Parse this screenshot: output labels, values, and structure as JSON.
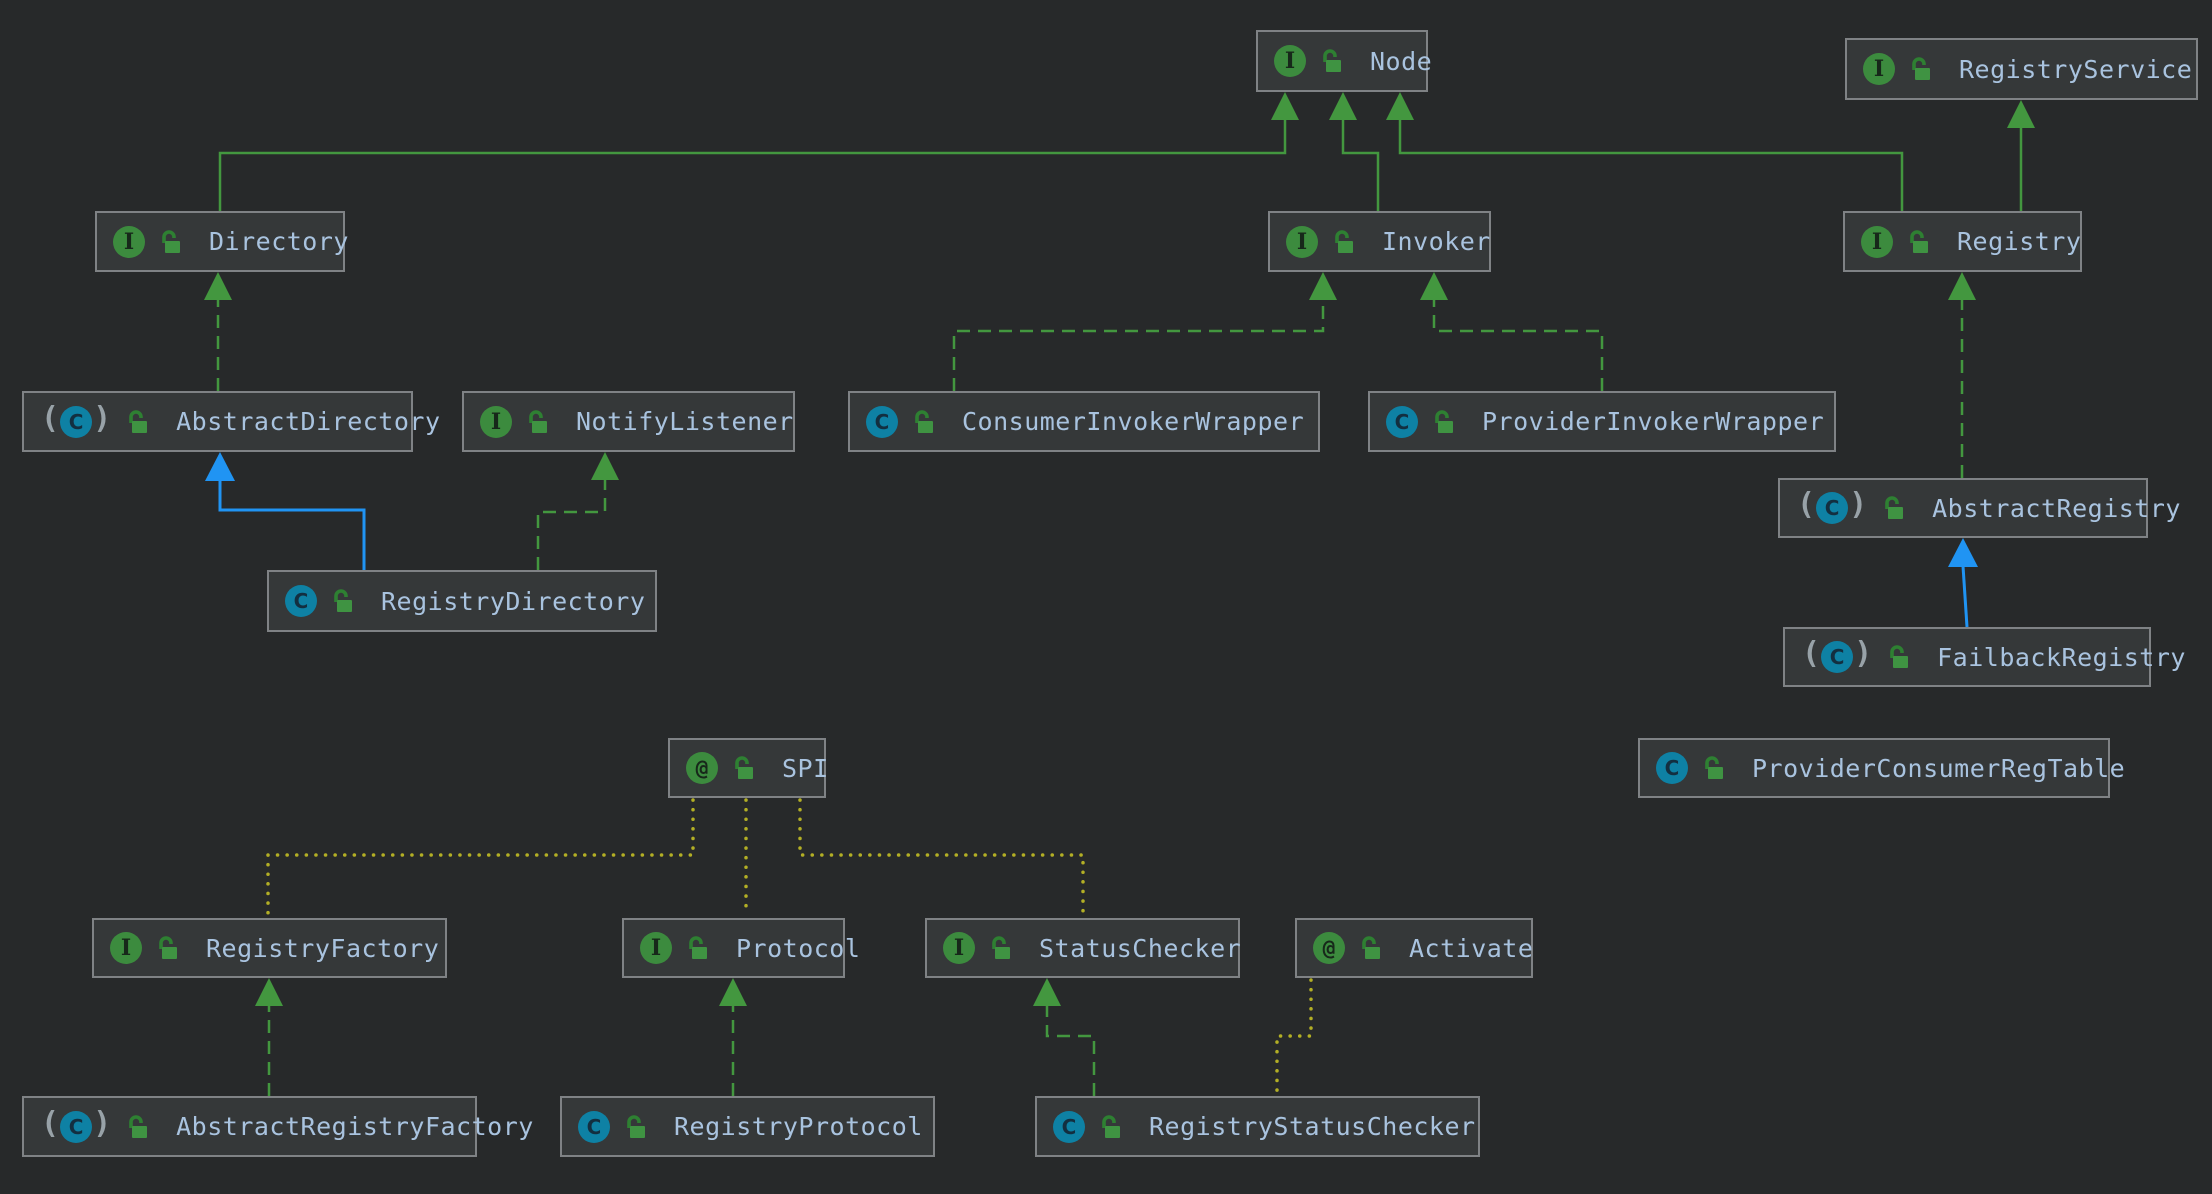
{
  "diagram_type": "uml-class-diagram",
  "colors": {
    "background": "#27292a",
    "node_fill": "#353839",
    "node_border": "#7f8285",
    "label_text": "#a9c3df",
    "extends_interface_edge": "#43973f",
    "implements_edge": "#43973f",
    "extends_class_edge": "#2094f3",
    "annotation_usage_edge": "#b3af25",
    "interface_icon_bg": "#3c8b3e",
    "class_icon_bg": "#0e81a4",
    "lock_icon": "#3f9342"
  },
  "nodes": [
    {
      "id": "Node",
      "label": "Node",
      "kind": "interface",
      "icon": "I",
      "visibility": "public"
    },
    {
      "id": "RegistryService",
      "label": "RegistryService",
      "kind": "interface",
      "icon": "I",
      "visibility": "public"
    },
    {
      "id": "Directory",
      "label": "Directory",
      "kind": "interface",
      "icon": "I",
      "visibility": "public"
    },
    {
      "id": "Invoker",
      "label": "Invoker",
      "kind": "interface",
      "icon": "I",
      "visibility": "public"
    },
    {
      "id": "Registry",
      "label": "Registry",
      "kind": "interface",
      "icon": "I",
      "visibility": "public"
    },
    {
      "id": "AbstractDirectory",
      "label": "AbstractDirectory",
      "kind": "abstract-class",
      "icon": "C",
      "visibility": "public"
    },
    {
      "id": "NotifyListener",
      "label": "NotifyListener",
      "kind": "interface",
      "icon": "I",
      "visibility": "public"
    },
    {
      "id": "ConsumerInvokerWrapper",
      "label": "ConsumerInvokerWrapper",
      "kind": "class",
      "icon": "C",
      "visibility": "public"
    },
    {
      "id": "ProviderInvokerWrapper",
      "label": "ProviderInvokerWrapper",
      "kind": "class",
      "icon": "C",
      "visibility": "public"
    },
    {
      "id": "AbstractRegistry",
      "label": "AbstractRegistry",
      "kind": "abstract-class",
      "icon": "C",
      "visibility": "public"
    },
    {
      "id": "RegistryDirectory",
      "label": "RegistryDirectory",
      "kind": "class",
      "icon": "C",
      "visibility": "public"
    },
    {
      "id": "FailbackRegistry",
      "label": "FailbackRegistry",
      "kind": "abstract-class",
      "icon": "C",
      "visibility": "public"
    },
    {
      "id": "SPI",
      "label": "SPI",
      "kind": "annotation",
      "icon": "@",
      "visibility": "public"
    },
    {
      "id": "ProviderConsumerRegTable",
      "label": "ProviderConsumerRegTable",
      "kind": "class",
      "icon": "C",
      "visibility": "public"
    },
    {
      "id": "RegistryFactory",
      "label": "RegistryFactory",
      "kind": "interface",
      "icon": "I",
      "visibility": "public"
    },
    {
      "id": "Protocol",
      "label": "Protocol",
      "kind": "interface",
      "icon": "I",
      "visibility": "public"
    },
    {
      "id": "StatusChecker",
      "label": "StatusChecker",
      "kind": "interface",
      "icon": "I",
      "visibility": "public"
    },
    {
      "id": "Activate",
      "label": "Activate",
      "kind": "annotation",
      "icon": "@",
      "visibility": "public"
    },
    {
      "id": "AbstractRegistryFactory",
      "label": "AbstractRegistryFactory",
      "kind": "abstract-class",
      "icon": "C",
      "visibility": "public"
    },
    {
      "id": "RegistryProtocol",
      "label": "RegistryProtocol",
      "kind": "class",
      "icon": "C",
      "visibility": "public"
    },
    {
      "id": "RegistryStatusChecker",
      "label": "RegistryStatusChecker",
      "kind": "class",
      "icon": "C",
      "visibility": "public"
    }
  ],
  "relationships": [
    {
      "from": "Directory",
      "to": "Node",
      "type": "extends-interface"
    },
    {
      "from": "Invoker",
      "to": "Node",
      "type": "extends-interface"
    },
    {
      "from": "Registry",
      "to": "Node",
      "type": "extends-interface"
    },
    {
      "from": "Registry",
      "to": "RegistryService",
      "type": "extends-interface"
    },
    {
      "from": "AbstractDirectory",
      "to": "Directory",
      "type": "implements"
    },
    {
      "from": "RegistryDirectory",
      "to": "AbstractDirectory",
      "type": "extends-class"
    },
    {
      "from": "RegistryDirectory",
      "to": "NotifyListener",
      "type": "implements"
    },
    {
      "from": "ConsumerInvokerWrapper",
      "to": "Invoker",
      "type": "implements"
    },
    {
      "from": "ProviderInvokerWrapper",
      "to": "Invoker",
      "type": "implements"
    },
    {
      "from": "AbstractRegistry",
      "to": "Registry",
      "type": "implements"
    },
    {
      "from": "FailbackRegistry",
      "to": "AbstractRegistry",
      "type": "extends-class"
    },
    {
      "from": "AbstractRegistryFactory",
      "to": "RegistryFactory",
      "type": "implements"
    },
    {
      "from": "RegistryProtocol",
      "to": "Protocol",
      "type": "implements"
    },
    {
      "from": "RegistryStatusChecker",
      "to": "StatusChecker",
      "type": "implements"
    },
    {
      "from": "RegistryFactory",
      "to": "SPI",
      "type": "annotated-by"
    },
    {
      "from": "Protocol",
      "to": "SPI",
      "type": "annotated-by"
    },
    {
      "from": "StatusChecker",
      "to": "SPI",
      "type": "annotated-by"
    },
    {
      "from": "RegistryStatusChecker",
      "to": "Activate",
      "type": "annotated-by"
    }
  ]
}
